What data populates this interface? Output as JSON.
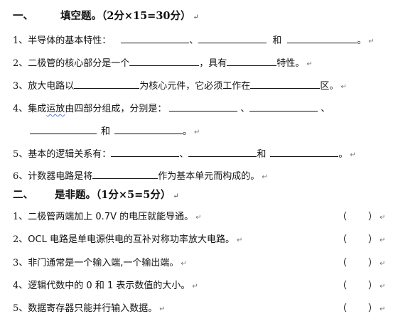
{
  "sections": [
    {
      "number": "一、",
      "title": "填空题。",
      "score": "（2分×15=30分）",
      "items": [
        {
          "no": "1、",
          "t1": "半导体的基本特性：",
          "t2": "、",
          "t3": "和",
          "t4": "。"
        },
        {
          "no": "2、",
          "t1": "二极管的核心部分是一个",
          "t2": "，具有",
          "t3": "特性。"
        },
        {
          "no": "3、",
          "t1": "放大电路以",
          "t2": "为核心元件，它必须工作在",
          "t3": "区。"
        },
        {
          "no": "4、",
          "t1": "集成",
          "t1b": "运放",
          "t1c": "由四部分组成，分别是：",
          "t2": "、",
          "t3": "、",
          "t4": "和",
          "t5": "。"
        },
        {
          "no": "5、",
          "t1": "基本的逻辑关系有：",
          "t2": "、",
          "t3": "和",
          "t4": "。"
        },
        {
          "no": "6、",
          "t1": "计数器电路是将",
          "t2": "作为基本单元而构成的。"
        }
      ]
    },
    {
      "number": "二、",
      "title": "是非题。",
      "score": "（1分×5=5分）",
      "items": [
        {
          "no": "1、",
          "text": "二极管两端加上 0.7V 的电压就能导通。"
        },
        {
          "no": "2、",
          "text": "OCL 电路是单电源供电的互补对称功率放大电路。"
        },
        {
          "no": "3、",
          "text": "非门通常是一个输入端,一个输出端。"
        },
        {
          "no": "4、",
          "text": "逻辑代数中的 0 和 1 表示数值的大小。"
        },
        {
          "no": "5、",
          "text": "数据寄存器只能并行输入数据。"
        }
      ],
      "paren_open": "（",
      "paren_close": "）"
    }
  ],
  "paragraph_mark": "↵"
}
